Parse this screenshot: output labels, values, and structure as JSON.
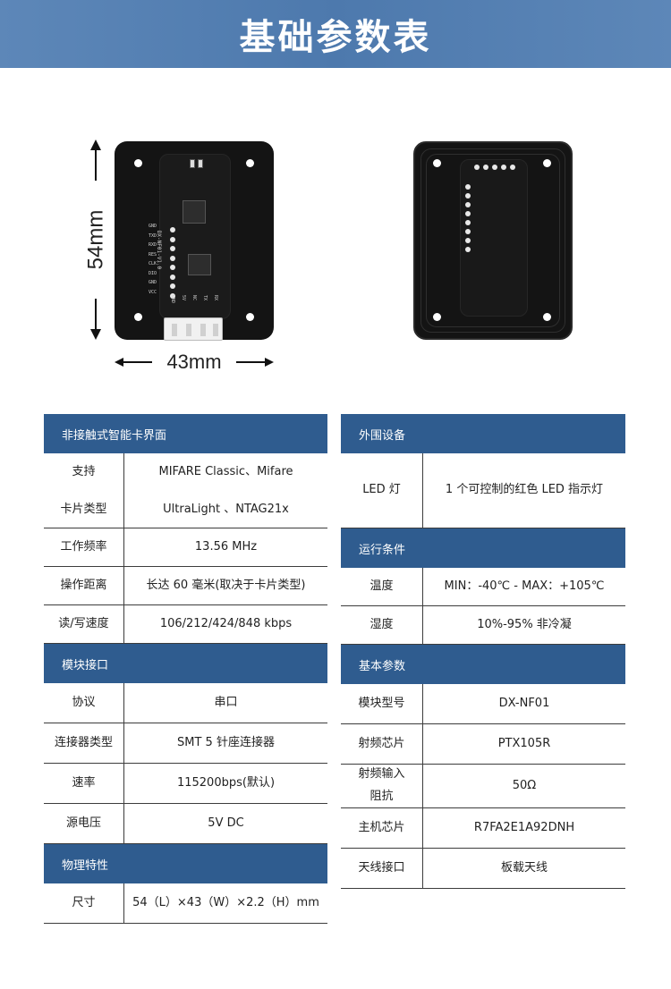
{
  "header": {
    "title": "基础参数表"
  },
  "dimensions": {
    "height": "54mm",
    "width": "43mm"
  },
  "front_board": {
    "pin_labels": [
      "GND",
      "TXD",
      "RXD",
      "RES",
      "CLK",
      "DIO",
      "GND",
      "VCC"
    ],
    "version_text": "DX-NF01-V1.0",
    "connector_labels": [
      "GND",
      "5V",
      "NC",
      "TX",
      "RX"
    ]
  },
  "left_sections": [
    {
      "title": "非接触式智能卡界面",
      "rows": [
        {
          "key_lines": [
            "支持",
            "卡片类型"
          ],
          "value_lines": [
            "MIFARE Classic、Mifare",
            "UltraLight 、NTAG21x"
          ],
          "h": 84
        },
        {
          "key_lines": [
            "工作频率"
          ],
          "value_lines": [
            "13.56 MHz"
          ],
          "h": 43
        },
        {
          "key_lines": [
            "操作距离"
          ],
          "value_lines": [
            "长达  60  毫米(取决于卡片类型)"
          ],
          "h": 43
        },
        {
          "key_lines": [
            "读/写速度"
          ],
          "value_lines": [
            "106/212/424/848 kbps"
          ],
          "h": 43
        }
      ]
    },
    {
      "title": "模块接口",
      "rows": [
        {
          "key_lines": [
            "协议"
          ],
          "value_lines": [
            "串口"
          ],
          "h": 45
        },
        {
          "key_lines": [
            "连接器类型"
          ],
          "value_lines": [
            "SMT 5  针座连接器"
          ],
          "h": 45
        },
        {
          "key_lines": [
            "速率"
          ],
          "value_lines": [
            "115200bps(默认)"
          ],
          "h": 45
        },
        {
          "key_lines": [
            "源电压"
          ],
          "value_lines": [
            "5V DC"
          ],
          "h": 45
        }
      ]
    },
    {
      "title": "物理特性",
      "rows": [
        {
          "key_lines": [
            "尺寸"
          ],
          "value_lines": [
            "54（L）×43（W）×2.2（H）mm"
          ],
          "h": 45
        }
      ]
    }
  ],
  "right_sections": [
    {
      "title": "外围设备",
      "rows": [
        {
          "key_lines": [
            "LED  灯"
          ],
          "value_lines": [
            "1  个可控制的红色 LED 指示灯"
          ],
          "h": 84
        }
      ]
    },
    {
      "title": "运行条件",
      "rows": [
        {
          "key_lines": [
            "温度"
          ],
          "value_lines": [
            "MIN：-40℃  - MAX：+105℃"
          ],
          "h": 43
        },
        {
          "key_lines": [
            "湿度"
          ],
          "value_lines": [
            "10%-95%  非冷凝"
          ],
          "h": 43
        }
      ]
    },
    {
      "title": "基本参数",
      "rows": [
        {
          "key_lines": [
            "模块型号"
          ],
          "value_lines": [
            "DX-NF01"
          ],
          "h": 45
        },
        {
          "key_lines": [
            "射频芯片"
          ],
          "value_lines": [
            "PTX105R"
          ],
          "h": 45
        },
        {
          "key_lines": [
            "射频输入",
            "阻抗"
          ],
          "value_lines": [
            "50Ω"
          ],
          "h": 49
        },
        {
          "key_lines": [
            "主机芯片"
          ],
          "value_lines": [
            "R7FA2E1A92DNH"
          ],
          "h": 45
        },
        {
          "key_lines": [
            "天线接口"
          ],
          "value_lines": [
            "板载天线"
          ],
          "h": 45
        }
      ]
    }
  ],
  "colors": {
    "banner": "#4d79ad",
    "section_header": "#2f5c8f"
  }
}
